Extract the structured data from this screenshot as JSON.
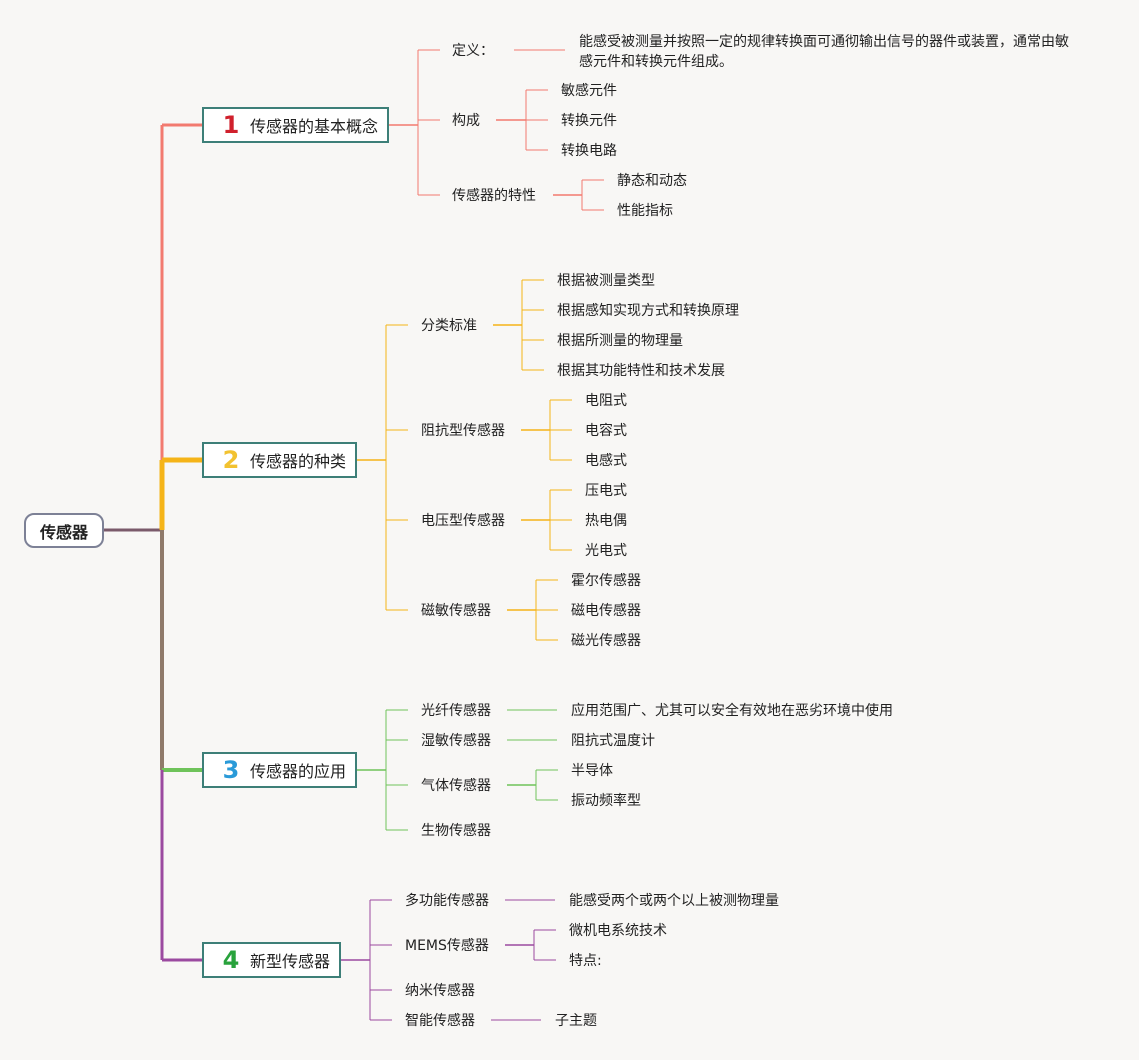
{
  "root": "传感器",
  "colors": {
    "c1": "#f27a6f",
    "c2": "#f5b418",
    "c3": "#6fc35a",
    "c4": "#9b4aa0",
    "root_line": "#7a5a6a",
    "box_border": "#3d7f78"
  },
  "branches": [
    {
      "num": "1",
      "num_color": "#d0202c",
      "label": "传感器的基本概念",
      "children": [
        {
          "label": "定义：",
          "children": [
            {
              "label": "能感受被测量并按照一定的规律转换面可通彻输出信号的器件或装置，通常由敏感元件和转换元件组成。"
            }
          ]
        },
        {
          "label": "构成",
          "children": [
            {
              "label": "敏感元件"
            },
            {
              "label": "转换元件"
            },
            {
              "label": "转换电路"
            }
          ]
        },
        {
          "label": "传感器的特性",
          "children": [
            {
              "label": "静态和动态"
            },
            {
              "label": "性能指标"
            }
          ]
        }
      ]
    },
    {
      "num": "2",
      "num_color": "#f2c230",
      "label": "传感器的种类",
      "children": [
        {
          "label": "分类标准",
          "children": [
            {
              "label": "根据被测量类型"
            },
            {
              "label": "根据感知实现方式和转换原理"
            },
            {
              "label": "根据所测量的物理量"
            },
            {
              "label": "根据其功能特性和技术发展"
            }
          ]
        },
        {
          "label": "阻抗型传感器",
          "children": [
            {
              "label": "电阻式"
            },
            {
              "label": "电容式"
            },
            {
              "label": "电感式"
            }
          ]
        },
        {
          "label": "电压型传感器",
          "children": [
            {
              "label": "压电式"
            },
            {
              "label": "热电偶"
            },
            {
              "label": "光电式"
            }
          ]
        },
        {
          "label": "磁敏传感器",
          "children": [
            {
              "label": "霍尔传感器"
            },
            {
              "label": "磁电传感器"
            },
            {
              "label": "磁光传感器"
            }
          ]
        }
      ]
    },
    {
      "num": "3",
      "num_color": "#2a9ad8",
      "label": "传感器的应用",
      "children": [
        {
          "label": "光纤传感器",
          "children": [
            {
              "label": "应用范围广、尤其可以安全有效地在恶劣环境中使用"
            }
          ]
        },
        {
          "label": "湿敏传感器",
          "children": [
            {
              "label": "阻抗式温度计"
            }
          ]
        },
        {
          "label": "气体传感器",
          "children": [
            {
              "label": "半导体"
            },
            {
              "label": "振动频率型"
            }
          ]
        },
        {
          "label": "生物传感器",
          "children": []
        }
      ]
    },
    {
      "num": "4",
      "num_color": "#28a23c",
      "label": "新型传感器",
      "children": [
        {
          "label": "多功能传感器",
          "children": [
            {
              "label": "能感受两个或两个以上被测物理量"
            }
          ]
        },
        {
          "label": "MEMS传感器",
          "children": [
            {
              "label": "微机电系统技术"
            },
            {
              "label": "特点:"
            }
          ]
        },
        {
          "label": "纳米传感器",
          "children": []
        },
        {
          "label": "智能传感器",
          "children": [
            {
              "label": "子主题"
            }
          ]
        }
      ]
    }
  ]
}
